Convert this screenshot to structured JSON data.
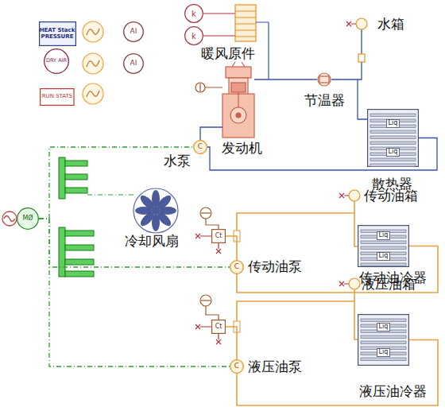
{
  "diagram": {
    "nodes": [
      {
        "text": [
          "HEAT Stack PRESSURE"
        ]
      },
      {
        "text": [
          "DRY AIR"
        ]
      },
      {
        "text": [
          "RUN STATS"
        ]
      },
      {
        "text": [
          "AI"
        ]
      },
      {
        "text": [
          "AI"
        ]
      },
      {
        "text": [
          "k"
        ]
      },
      {
        "text": [
          "k"
        ]
      },
      {
        "text": [
          "C"
        ]
      },
      {
        "text": [
          "C"
        ]
      },
      {
        "text": [
          "C"
        ]
      },
      {
        "text": [
          "Liq",
          "Liq"
        ]
      },
      {
        "text": [
          "Liq",
          "Liq"
        ]
      },
      {
        "text": [
          "Liq",
          "Liq"
        ]
      },
      {
        "text": [
          "Ct"
        ]
      },
      {
        "text": [
          "Ct"
        ]
      },
      {
        "text": [
          "MØ"
        ]
      }
    ],
    "edges": [
      {
        "from": 15,
        "to": 7,
        "arrow": "none"
      },
      {
        "from": 15,
        "to": 8,
        "arrow": "none"
      },
      {
        "from": 15,
        "to": 9,
        "arrow": "none"
      },
      {
        "from": 10,
        "to": 7,
        "arrow": "none"
      },
      {
        "from": 8,
        "to": 11,
        "arrow": "none"
      },
      {
        "from": 9,
        "to": 12,
        "arrow": "none"
      },
      {
        "from": 13,
        "to": 8,
        "arrow": "none"
      },
      {
        "from": 14,
        "to": 9,
        "arrow": "none"
      }
    ],
    "labels": [
      "暖风原件",
      "水箱",
      "节温器",
      "发动机",
      "水泵",
      "散热器",
      "冷却风扇",
      "传动油箱",
      "传动油泵",
      "传动油冷器",
      "液压油箱",
      "液压油泵",
      "液压油冷器"
    ]
  }
}
